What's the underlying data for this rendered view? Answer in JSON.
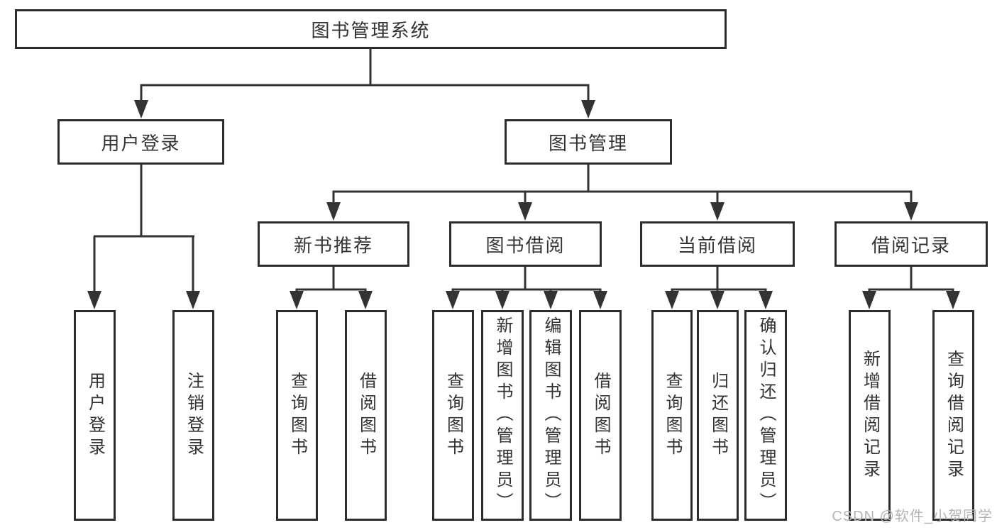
{
  "tree": {
    "root": "图书管理系统",
    "level2": [
      "用户登录",
      "图书管理"
    ],
    "level3": [
      "新书推荐",
      "图书借阅",
      "当前借阅",
      "借阅记录"
    ],
    "leaves_user_login": [
      "用户登录",
      "注销登录"
    ],
    "leaves_new_books": [
      "查询图书",
      "借阅图书"
    ],
    "leaves_book_borrow": [
      "查询图书",
      "新增图书（管理员）",
      "编辑图书（管理员）",
      "借阅图书"
    ],
    "leaves_current_borrow": [
      "查询图书",
      "归还图书",
      "确认归还（管理员）"
    ],
    "leaves_borrow_records": [
      "新增借阅记录",
      "查询借阅记录"
    ]
  },
  "watermark": "CSDN @软件_小贺同学",
  "colors": {
    "line": "#333333",
    "box_border": "#2d2d2d",
    "text": "#333333",
    "watermark": "#b4b4b4",
    "background": "#ffffff"
  }
}
